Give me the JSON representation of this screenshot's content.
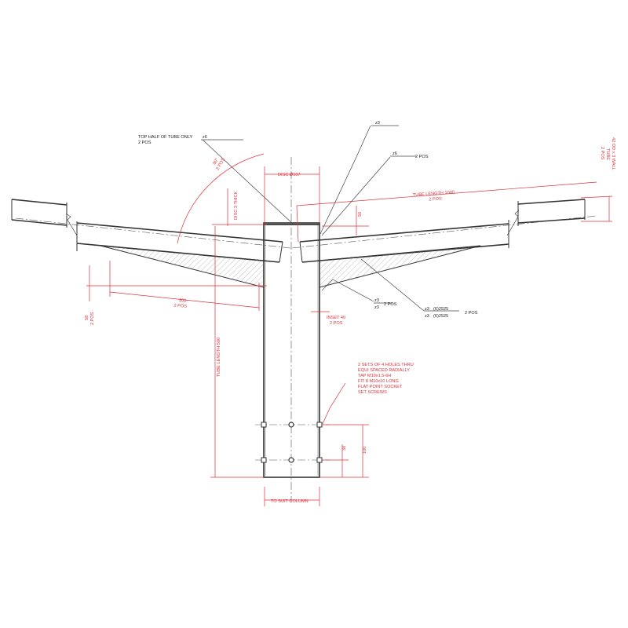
{
  "drawing": {
    "title": "Y-branch tube bracket fabrication drawing",
    "colors": {
      "object": "#333333",
      "dimension": "#e0303a",
      "background": "#ffffff"
    },
    "welds": {
      "top_half_note": {
        "text": "TOP HALF OF TUBE ONLY",
        "qty": "2 POS",
        "size": "z6"
      },
      "disc_weld_top": {
        "size": "z3"
      },
      "disc_weld_side": {
        "size": "z6",
        "qty": "2 POS"
      },
      "inset_weld": {
        "size_top": "z3",
        "size_bottom": "z3",
        "qty": "2 POS"
      },
      "gusset_weld": {
        "size_top": "z3",
        "spec_top": "(6)2525",
        "size_bottom": "z3",
        "spec_bottom": "(6)2525",
        "qty": "2 POS"
      }
    },
    "dimensions": {
      "angle": {
        "value": "80°",
        "qty": "2 POS"
      },
      "disc_dia": "DISC Ø107",
      "disc_thick": "DISC 3 THICK",
      "tube_length_branch": {
        "value": "TUBE LENGTH 1000",
        "qty": "2 POS"
      },
      "rise": "50",
      "tube_od": {
        "line1": "42 OD x 3 WALL",
        "line2": "TUBE",
        "line3": "2 POS"
      },
      "gusset_length": {
        "value": "300",
        "qty": "2 POS"
      },
      "gusset_height": {
        "value": "58",
        "qty": "2 POS"
      },
      "inset": {
        "value": "INSET 40",
        "qty": "2 POS"
      },
      "tube_length_column": "TUBE LENGTH 500",
      "hole_spacing_1": "30",
      "hole_spacing_2": "100",
      "column_width": "TO SUIT COLUMN"
    },
    "hole_note": {
      "lines": [
        "2 SETS OF 4 HOLES THRU",
        "EQUI SPACED RADIALLY",
        "TAP M10x1.5-6H",
        "FIT 8  M10x10 LONG",
        "FLAT  POINT SOCKET",
        "SET SCREWS"
      ]
    }
  }
}
